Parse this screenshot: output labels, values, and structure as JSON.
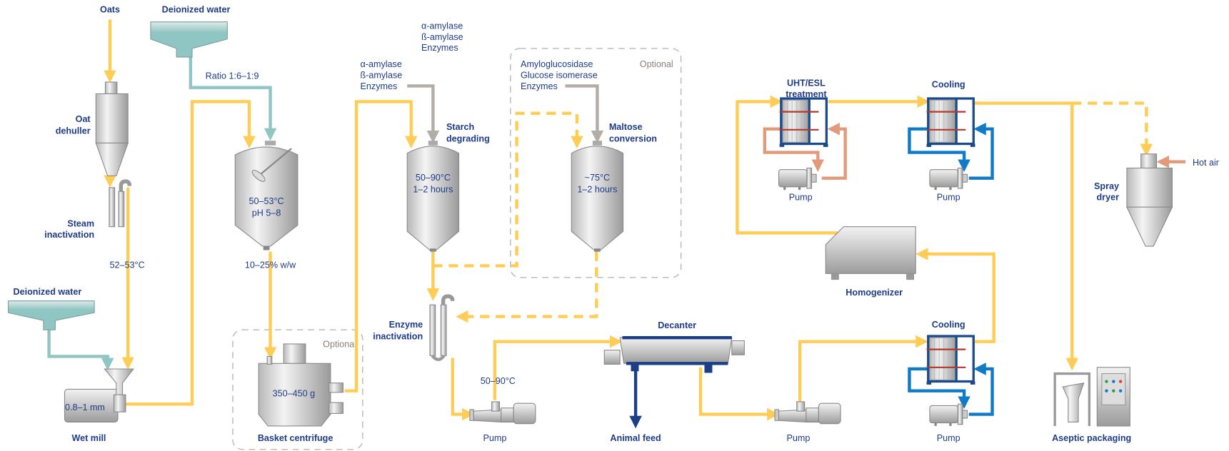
{
  "colors": {
    "product_flow": "#ffcc55",
    "water_flow": "#8fc6c4",
    "enzyme_flow": "#b4aca6",
    "heating_loop": "#e39a7a",
    "cooling_loop": "#0f7ac8",
    "byproduct_flow": "#1b3f86",
    "text": "#1f3c88"
  },
  "inputs": {
    "oats": "Oats",
    "deionized_water_top": "Deionized water",
    "deionized_water_bottom": "Deionized water",
    "ratio": "Ratio 1:6–1:9",
    "enzymes_top": [
      "α-amylase",
      "ß-amylase",
      "Enzymes"
    ],
    "enzymes_starch": [
      "α-amylase",
      "ß-amylase",
      "Enzymes"
    ],
    "enzymes_maltose": [
      "Amyloglucosidase",
      "Glucose isomerase",
      "Enzymes"
    ],
    "hot_air": "Hot air"
  },
  "equipment": {
    "oat_dehuller": [
      "Oat",
      "dehuller"
    ],
    "steam_inactivation": [
      "Steam",
      "inactivation"
    ],
    "steam_temp": "52–53°C",
    "wet_mill": "Wet mill",
    "wet_mill_size": "0.8–1 mm",
    "mixing_tank": [
      "50–53°C",
      "pH 5–8"
    ],
    "mixing_solids": "10–25% w/w",
    "basket_centrifuge": "Basket centrifuge",
    "centrifuge_value": "350–450 g",
    "starch_degrading": [
      "Starch",
      "degrading"
    ],
    "starch_tank": [
      "50–90°C",
      "1–2 hours"
    ],
    "maltose_conversion": [
      "Maltose",
      "conversion"
    ],
    "maltose_tank": [
      "~75°C",
      "1–2 hours"
    ],
    "enzyme_inactivation": [
      "Enzyme",
      "inactivation"
    ],
    "pump_temp": "50–90°C",
    "pump": "Pump",
    "decanter": "Decanter",
    "animal_feed": "Animal feed",
    "cooling": "Cooling",
    "uht": [
      "UHT/ESL",
      "treatment"
    ],
    "homogenizer": "Homogenizer",
    "spray_dryer": [
      "Spray",
      "dryer"
    ],
    "aseptic_packaging": "Aseptic packaging",
    "optional": "Optional"
  }
}
